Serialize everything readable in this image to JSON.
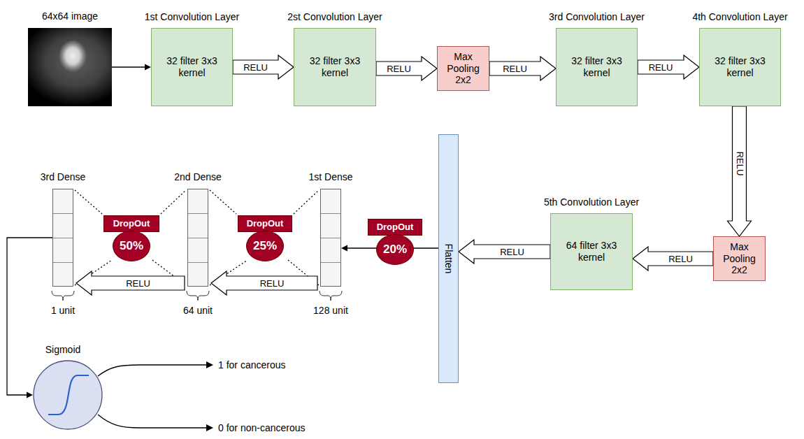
{
  "diagram": {
    "nodes": [
      {
        "text": [
          "64x64 image"
        ]
      },
      {
        "text": [
          "1st Convolution Layer",
          "32 filter 3x3 kernel"
        ]
      },
      {
        "text": [
          "2st Convolution Layer",
          "32 filter 3x3 kernel"
        ]
      },
      {
        "text": [
          "Max Pooling 2x2"
        ]
      },
      {
        "text": [
          "3rd Convolution Layer",
          "32 filter 3x3 kernel"
        ]
      },
      {
        "text": [
          "4th Convolution Layer",
          "32 filter 3x3 kernel"
        ]
      },
      {
        "text": [
          "Max Pooling 2x2"
        ]
      },
      {
        "text": [
          "5th Convolution Layer",
          "64 filter 3x3 kernel"
        ]
      },
      {
        "text": [
          "Flatten"
        ]
      },
      {
        "text": [
          "DropOut",
          "20%"
        ]
      },
      {
        "text": [
          "1st Dense",
          "128 unit"
        ]
      },
      {
        "text": [
          "DropOut",
          "25%"
        ]
      },
      {
        "text": [
          "2nd Dense",
          "64 unit"
        ]
      },
      {
        "text": [
          "DropOut",
          "50%"
        ]
      },
      {
        "text": [
          "3rd Dense",
          "1 unit"
        ]
      },
      {
        "text": [
          "Sigmoid"
        ]
      }
    ],
    "edges": [
      {
        "from": 0,
        "to": 1,
        "arrow": "to"
      },
      {
        "from": 1,
        "to": 2,
        "label": "RELU",
        "arrow": "to"
      },
      {
        "from": 2,
        "to": 3,
        "label": "RELU",
        "arrow": "to"
      },
      {
        "from": 3,
        "to": 4,
        "label": "RELU",
        "arrow": "to"
      },
      {
        "from": 4,
        "to": 5,
        "label": "RELU",
        "arrow": "to"
      },
      {
        "from": 5,
        "to": 6,
        "label": "RELU",
        "arrow": "to"
      },
      {
        "from": 6,
        "to": 7,
        "label": "RELU",
        "arrow": "to"
      },
      {
        "from": 7,
        "to": 8,
        "label": "RELU",
        "arrow": "to"
      },
      {
        "from": 8,
        "to": 10,
        "arrow": "to"
      },
      {
        "from": 10,
        "to": 12,
        "label": "RELU",
        "arrow": "to"
      },
      {
        "from": 12,
        "to": 14,
        "label": "RELU",
        "arrow": "to"
      },
      {
        "from": 14,
        "to": 15,
        "arrow": "to"
      }
    ],
    "labels": [
      "1 for cancerous",
      "0 for non-cancerous"
    ]
  }
}
